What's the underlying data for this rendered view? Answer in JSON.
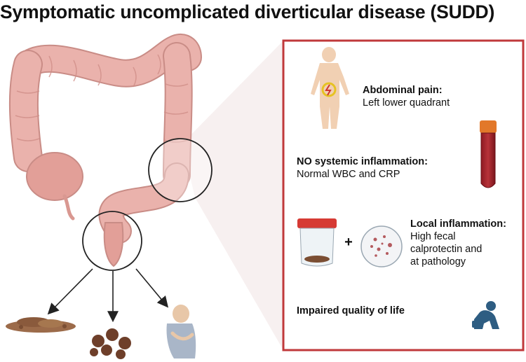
{
  "title": "Symptomatic uncomplicated diverticular disease (SUDD)",
  "panel": {
    "border_color": "#c0393b",
    "items": [
      {
        "heading": "Abdominal pain:",
        "lines": [
          "Left lower quadrant"
        ],
        "icon": "human-body-pain-icon"
      },
      {
        "heading": "NO systemic inflammation:",
        "lines": [
          "Normal WBC and CRP"
        ],
        "icon": "blood-tube-icon"
      },
      {
        "heading": "Local inflammation:",
        "lines": [
          "High fecal",
          "calprotectin and",
          "at pathology"
        ],
        "icon": "stool-sample-petri-dish-icon"
      },
      {
        "heading": "Impaired quality of life",
        "lines": [],
        "icon": "distressed-person-icon"
      }
    ],
    "plus_sign": "+"
  },
  "colon_colors": {
    "tissue": "#eab2ac",
    "tissue_dark": "#c98c86",
    "stool": "#8a5a3c"
  }
}
